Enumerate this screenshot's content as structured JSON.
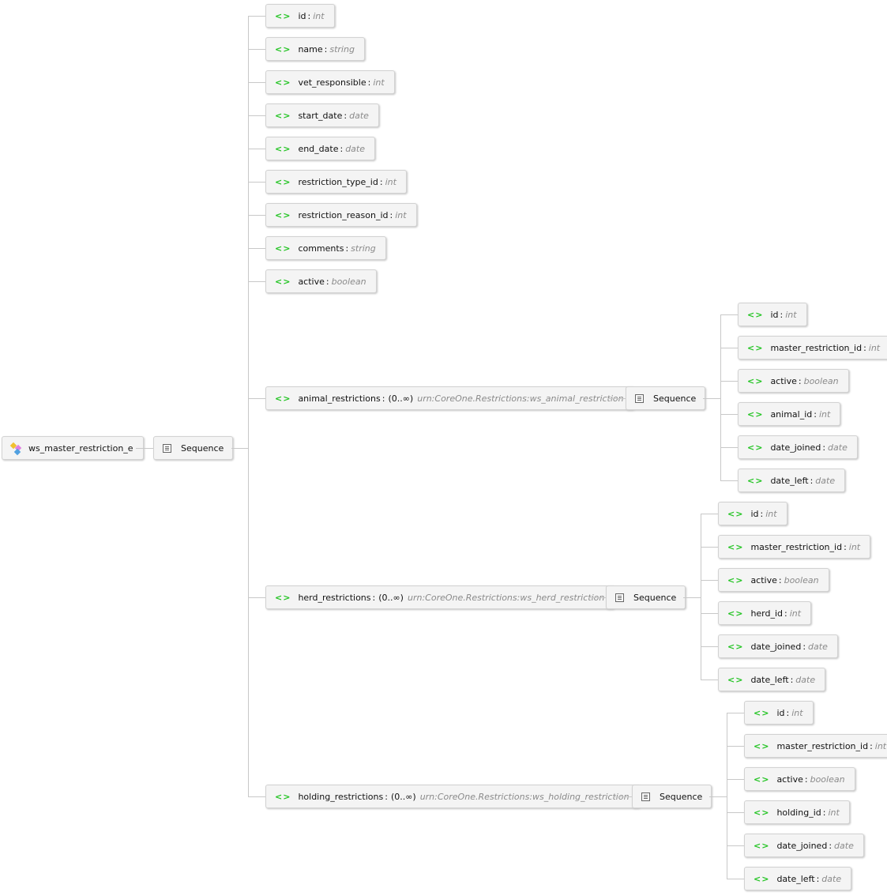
{
  "root": {
    "label": "ws_master_restriction_e"
  },
  "sequence_label": "Sequence",
  "main_sequence": {
    "elements": [
      {
        "name": "id",
        "type": "int"
      },
      {
        "name": "name",
        "type": "string"
      },
      {
        "name": "vet_responsible",
        "type": "int"
      },
      {
        "name": "start_date",
        "type": "date"
      },
      {
        "name": "end_date",
        "type": "date"
      },
      {
        "name": "restriction_type_id",
        "type": "int"
      },
      {
        "name": "restriction_reason_id",
        "type": "int"
      },
      {
        "name": "comments",
        "type": "string"
      },
      {
        "name": "active",
        "type": "boolean"
      }
    ],
    "complex": [
      {
        "name": "animal_restrictions",
        "occurs": "(0..∞)",
        "type": "urn:CoreOne.Restrictions:ws_animal_restriction",
        "children": [
          {
            "name": "id",
            "type": "int"
          },
          {
            "name": "master_restriction_id",
            "type": "int"
          },
          {
            "name": "active",
            "type": "boolean"
          },
          {
            "name": "animal_id",
            "type": "int"
          },
          {
            "name": "date_joined",
            "type": "date"
          },
          {
            "name": "date_left",
            "type": "date"
          }
        ]
      },
      {
        "name": "herd_restrictions",
        "occurs": "(0..∞)",
        "type": "urn:CoreOne.Restrictions:ws_herd_restriction",
        "children": [
          {
            "name": "id",
            "type": "int"
          },
          {
            "name": "master_restriction_id",
            "type": "int"
          },
          {
            "name": "active",
            "type": "boolean"
          },
          {
            "name": "herd_id",
            "type": "int"
          },
          {
            "name": "date_joined",
            "type": "date"
          },
          {
            "name": "date_left",
            "type": "date"
          }
        ]
      },
      {
        "name": "holding_restrictions",
        "occurs": "(0..∞)",
        "type": "urn:CoreOne.Restrictions:ws_holding_restriction",
        "children": [
          {
            "name": "id",
            "type": "int"
          },
          {
            "name": "master_restriction_id",
            "type": "int"
          },
          {
            "name": "active",
            "type": "boolean"
          },
          {
            "name": "holding_id",
            "type": "int"
          },
          {
            "name": "date_joined",
            "type": "date"
          },
          {
            "name": "date_left",
            "type": "date"
          }
        ]
      }
    ]
  },
  "colors": {
    "element_tag": "#22c422",
    "connector": "#c8c8c8"
  }
}
